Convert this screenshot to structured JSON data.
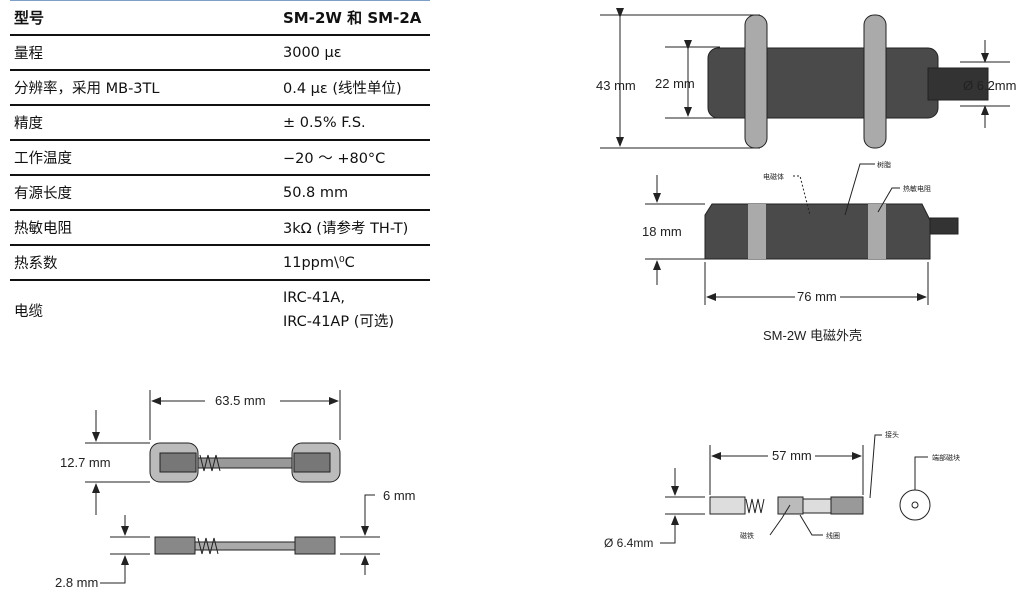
{
  "table": {
    "header": {
      "label": "型号",
      "value": "SM-2W 和 SM-2A"
    },
    "rows": [
      {
        "label": "量程",
        "value": "3000 με"
      },
      {
        "label": "分辨率，采用 MB-3TL",
        "value": "0.4 με (线性单位)"
      },
      {
        "label": "精度",
        "value": "± 0.5% F.S."
      },
      {
        "label": "工作温度",
        "value": "−20 ～ +80°C"
      },
      {
        "label": "有源长度",
        "value": "50.8 mm"
      },
      {
        "label": "热敏电阻",
        "value": "3kΩ (请参考 TH-T)"
      },
      {
        "label": "热系数",
        "value": "11ppm\\⁰C"
      }
    ],
    "cable": {
      "label": "电缆",
      "value_1": "IRC-41A,",
      "value_2": "IRC-41AP (可选)"
    }
  },
  "diagram_top": {
    "dim_height": "43 mm",
    "dim_inner": "22 mm",
    "dim_cable": "Ø 6.2mm",
    "dim_side_height": "18 mm",
    "dim_length": "76 mm",
    "label_magnet": "电磁体",
    "label_resin": "树脂",
    "label_thermistor": "热敏电阻",
    "caption": "SM-2W 电磁外壳"
  },
  "diagram_bottom_left": {
    "dim_length": "63.5 mm",
    "dim_height": "12.7 mm",
    "dim_width": "6 mm",
    "dim_thickness": "2.8 mm"
  },
  "diagram_bottom_right": {
    "dim_length": "57 mm",
    "dim_diameter": "Ø 6.4mm",
    "label_connector": "接头",
    "label_end_magnet": "端部磁块",
    "label_magnet": "磁铁",
    "label_coil": "线圈"
  }
}
